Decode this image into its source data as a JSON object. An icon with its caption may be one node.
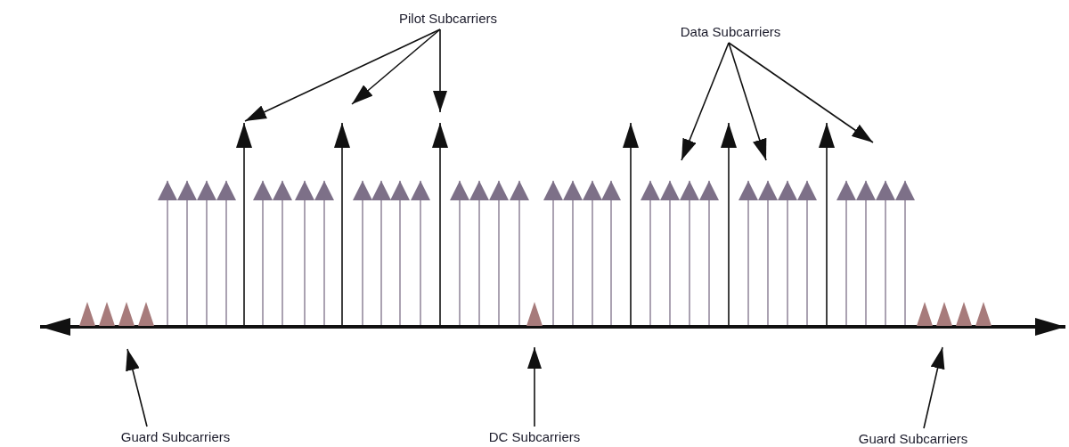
{
  "diagram": {
    "nodes": [
      {
        "text": [
          "Pilot Subcarriers"
        ]
      },
      {
        "text": [
          "Data Subcarriers"
        ]
      },
      {
        "text": [
          "Guard Subcarriers"
        ]
      },
      {
        "text": [
          "DC Subcarriers"
        ]
      },
      {
        "text": [
          "Guard Subcarriers"
        ]
      }
    ],
    "edges": [
      {
        "from": 0,
        "to": null,
        "arrow": "to"
      },
      {
        "from": 0,
        "to": null,
        "arrow": "to"
      },
      {
        "from": 0,
        "to": null,
        "arrow": "to"
      },
      {
        "from": 1,
        "to": null,
        "arrow": "to"
      },
      {
        "from": 1,
        "to": null,
        "arrow": "to"
      },
      {
        "from": 1,
        "to": null,
        "arrow": "to"
      },
      {
        "from": 2,
        "to": null,
        "arrow": "to"
      },
      {
        "from": 3,
        "to": null,
        "arrow": "to"
      },
      {
        "from": 4,
        "to": null,
        "arrow": "to"
      }
    ]
  }
}
